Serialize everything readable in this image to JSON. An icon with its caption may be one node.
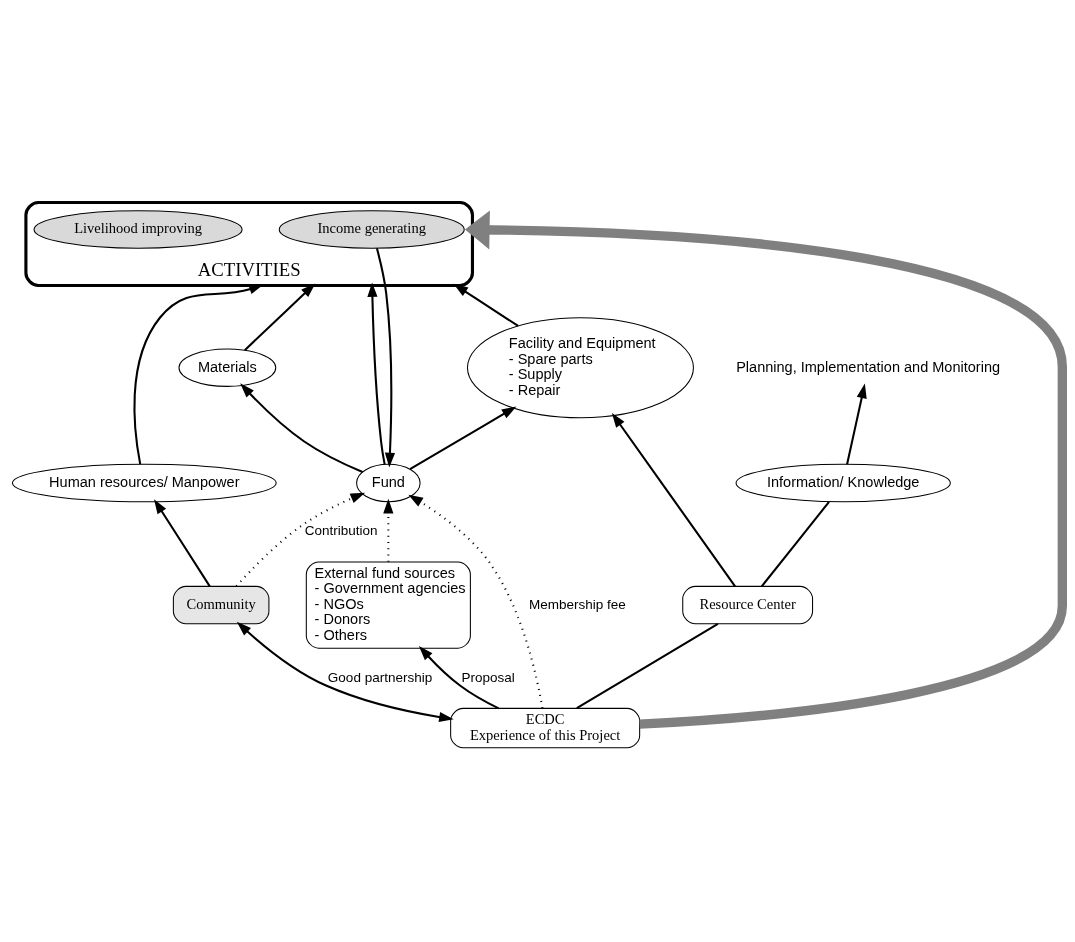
{
  "diagram": {
    "nodes": [
      {
        "text": [
          "ACTIVITIES"
        ]
      },
      {
        "text": [
          "Income generating"
        ],
        "in": 0
      },
      {
        "text": [
          "Livelihood improving"
        ],
        "in": 0
      },
      {
        "text": [
          "Materials"
        ]
      },
      {
        "text": [
          "Facility and Equipment",
          "- Spare parts",
          "- Supply",
          "- Repair"
        ]
      },
      {
        "text": [
          "Human resources/ Manpower"
        ]
      },
      {
        "text": [
          "Fund"
        ]
      },
      {
        "text": [
          "Information/ Knowledge"
        ]
      },
      {
        "text": [
          "Planning, Implementation and Monitoring"
        ]
      },
      {
        "text": [
          "Resource Center"
        ]
      },
      {
        "text": [
          "ECDC",
          "Experience of this Project"
        ]
      },
      {
        "text": [
          "External fund sources",
          "- Government agencies",
          "- NGOs",
          "- Donors",
          "- Others"
        ]
      },
      {
        "text": [
          "Community"
        ]
      }
    ],
    "edges": [
      {
        "from": 3,
        "to": 0,
        "arrow": "to"
      },
      {
        "from": 6,
        "to": 3,
        "arrow": "to"
      },
      {
        "from": 6,
        "to": 0,
        "arrow": "to"
      },
      {
        "from": 6,
        "to": 4,
        "arrow": "to"
      },
      {
        "from": 4,
        "to": 0,
        "arrow": "to"
      },
      {
        "from": 1,
        "to": 6,
        "arrow": "to"
      },
      {
        "from": 5,
        "to": 0,
        "arrow": "to"
      },
      {
        "from": 12,
        "to": 5,
        "arrow": "to"
      },
      {
        "from": 9,
        "to": 4,
        "arrow": "to"
      },
      {
        "from": 9,
        "to": 7,
        "arrow": "none"
      },
      {
        "from": 7,
        "to": 8,
        "arrow": "to"
      },
      {
        "from": 10,
        "to": 9,
        "arrow": "none"
      },
      {
        "from": 10,
        "to": 0,
        "arrow": "to",
        "style": "thick",
        "color": "#808080"
      },
      {
        "from": 10,
        "to": 6,
        "arrow": "to",
        "style": "dashed",
        "label": "Membership fee"
      },
      {
        "from": 12,
        "to": 6,
        "arrow": "to",
        "style": "dashed",
        "label": "Contribution"
      },
      {
        "from": 11,
        "to": 6,
        "arrow": "to",
        "style": "dashed"
      },
      {
        "from": 10,
        "to": 11,
        "arrow": "to",
        "label": "Proposal"
      },
      {
        "from": 10,
        "to": 12,
        "arrow": "both",
        "label": "Good partnership"
      }
    ]
  }
}
